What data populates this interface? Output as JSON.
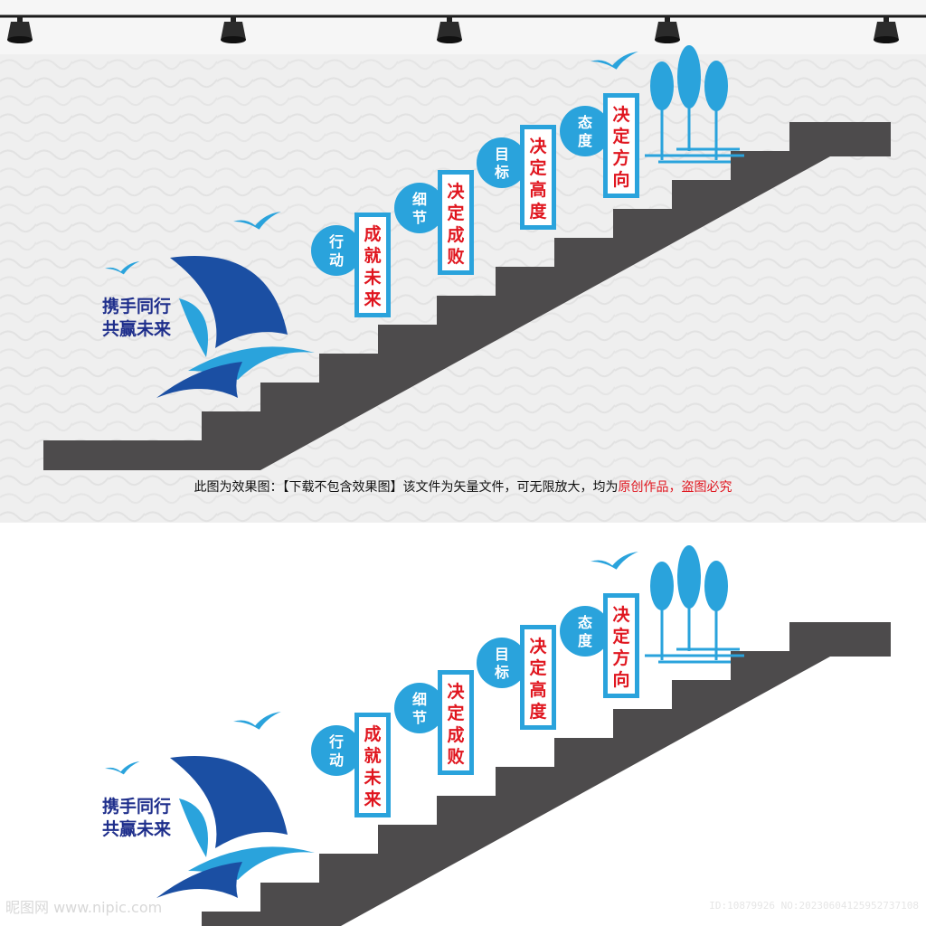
{
  "slogan": {
    "line1": "携手同行",
    "line2": "共赢未来"
  },
  "panels": [
    {
      "tag": "行动",
      "motto": "成就未来"
    },
    {
      "tag": "细节",
      "motto": "决定成败"
    },
    {
      "tag": "目标",
      "motto": "决定高度"
    },
    {
      "tag": "态度",
      "motto": "决定方向"
    }
  ],
  "caption": {
    "main": "此图为效果图：【下载不包含效果图】该文件为矢量文件，可无限放大，均为",
    "highlight": "原创作品，盗图必究"
  },
  "watermark": {
    "site": "昵图网 www.nipic.com",
    "id": "ID:10879926 NO:20230604125952737108"
  },
  "colors": {
    "wall": "#eeeeee",
    "stair": "#4d4b4c",
    "blue_dark": "#1b4fa3",
    "blue_light": "#2aa3dc",
    "red": "#e0161f",
    "text_dark": "#1f2f8c"
  }
}
